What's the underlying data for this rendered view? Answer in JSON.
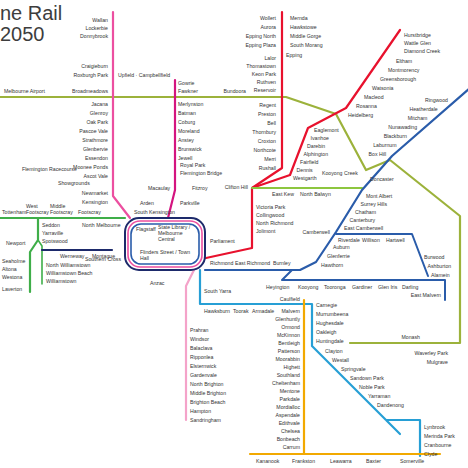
{
  "diagram": {
    "title": "ne Rail 2050",
    "labels": [
      "Wallan",
      "Lockerbie",
      "Donnybrook",
      "Craigieburn",
      "Roxburgh Park",
      "Upfield · Campbellfield",
      "Broadmeadows",
      "Melbourne Airport",
      "Gowrie",
      "Fawkner",
      "Merlynston",
      "Batman",
      "Coburg",
      "Moreland",
      "Anstey",
      "Brunswick",
      "Jewell",
      "Jacana",
      "Glenroy",
      "Oak Park",
      "Pascoe Vale",
      "Strathmore",
      "Glenbervie",
      "Essendon",
      "Moonee Ponds",
      "Ascot Vale",
      "Newmarket",
      "Kensington",
      "Flemington Racecourse",
      "Showgrounds",
      "Royal Park",
      "Flemington Bridge",
      "Macaulay",
      "Fitzroy",
      "Tottenham",
      "West Footscray",
      "Middle Footscray",
      "Footscray",
      "Seddon",
      "Yarraville",
      "Spotswood",
      "North Melbourne",
      "Newport",
      "Werneway",
      "Montague",
      "North Williamstown",
      "Williamstown Beach",
      "Williamstown",
      "Seaholme",
      "Altona",
      "Westona",
      "Laverton",
      "Arden",
      "Parkville",
      "South Kensington",
      "Flagstaff",
      "State Library / Melbourne Central",
      "Parliament",
      "Southern Cross",
      "Flinders Street / Town Hall",
      "Anzac",
      "South Yarra",
      "Richmond",
      "East Richmond",
      "Burnley",
      "Victoria Park",
      "Collingwood",
      "North Richmond",
      "Jolimont",
      "Clifton Hill",
      "East Kew",
      "North Balwyn",
      "Kooyong Creek",
      "Doncaster",
      "Wollert",
      "Aurora",
      "Epping North",
      "Epping Plaza",
      "Mernda",
      "Hawkstowe",
      "Middle Gorge",
      "South Morang",
      "Epping",
      "Lalor",
      "Thomastown",
      "Keon Park",
      "Ruthven",
      "Reservoir",
      "Bundoora",
      "Regent",
      "Preston",
      "Bell",
      "Thornbury",
      "Croxton",
      "Northcote",
      "Merri",
      "Rushall",
      "Hurstbridge",
      "Wattle Glen",
      "Diamond Creek",
      "Eltham",
      "Montmorency",
      "Greensborough",
      "Watsonia",
      "Macleod",
      "Rosanna",
      "Heidelberg",
      "Eaglemont",
      "Ivanhoe",
      "Darebin",
      "Alphington",
      "Fairfield",
      "Dennis",
      "Westgarth",
      "Ringwood",
      "Heatherdale",
      "Mitcham",
      "Nunawading",
      "Blackburn",
      "Laburnum",
      "Box Hill",
      "Mont Albert",
      "Surrey Hills",
      "Chatham",
      "Canterbury",
      "East Camberwell",
      "Camberwell",
      "Riverdale",
      "Willison",
      "Hartwell",
      "Burwood",
      "Ashburton",
      "Alamein",
      "Auburn",
      "Glenferrie",
      "Hawthorn",
      "Heyington",
      "Kooyong",
      "Tooronga",
      "Gardiner",
      "Glen Iris",
      "Darling",
      "East Malvern",
      "Caulfield",
      "Hawksburn",
      "Toorak",
      "Armadale",
      "Malvern",
      "Carnegie",
      "Murrumbeena",
      "Hughesdale",
      "Oakleigh",
      "Huntingdale",
      "Clayton",
      "Monash",
      "Westall",
      "Springvale",
      "Sandown Park",
      "Noble Park",
      "Yarraman",
      "Dandenong",
      "Waverley Park",
      "Mulgrave",
      "Lynbrook",
      "Merinda Park",
      "Cranbourne",
      "Clyde",
      "Prahran",
      "Windsor",
      "Balaclava",
      "Ripponlea",
      "Elsternwick",
      "Gardenvale",
      "North Brighton",
      "Middle Brighton",
      "Brighton Beach",
      "Hampton",
      "Sandringham",
      "Glenhuntly",
      "Ormond",
      "McKinnon",
      "Bentleigh",
      "Patterson",
      "Moorabbin",
      "Highett",
      "Southland",
      "Cheltenham",
      "Mentone",
      "Parkdale",
      "Mordialloc",
      "Aspendale",
      "Edithvale",
      "Chelsea",
      "Bonbeach",
      "Carrum",
      "Kananook",
      "Frankston",
      "Leawarra",
      "Baxter",
      "Somerville"
    ]
  }
}
